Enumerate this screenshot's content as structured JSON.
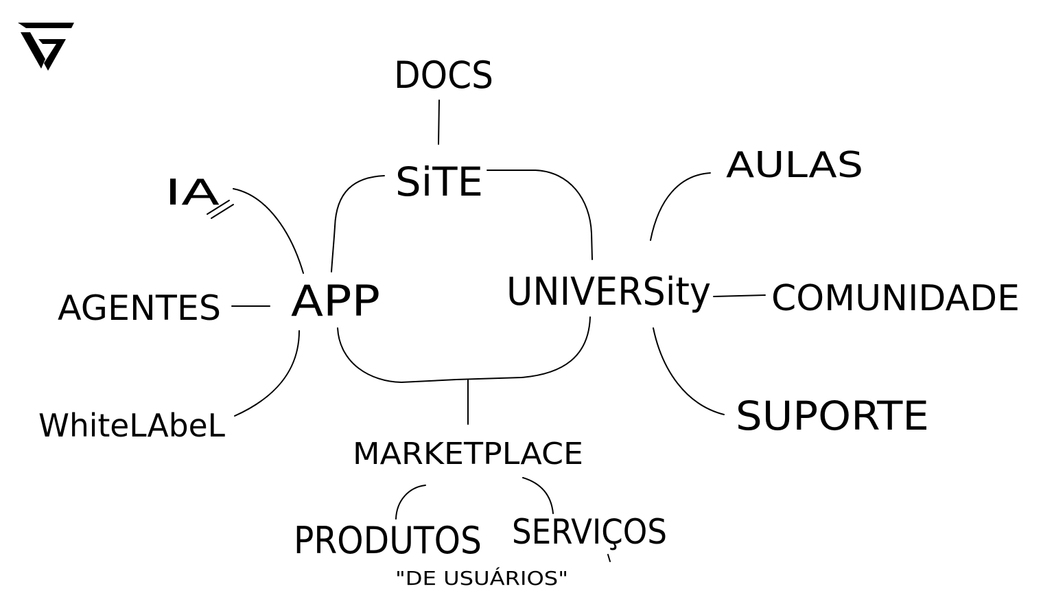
{
  "colors": {
    "background": "#ffffff",
    "ink": "#000000"
  },
  "logo": {
    "icon": "v7-logo-icon"
  },
  "nodes": {
    "docs": "DOCS",
    "site": "SiTE",
    "ia": "IA",
    "app": "APP",
    "agentes": "AGENTES",
    "whitelabel": "WhiteLAbeL",
    "university": "UNIVERSity",
    "aulas": "AULAS",
    "comunidade": "COMUNIDADE",
    "suporte": "SUPORTE",
    "marketplace": "MARKETPLACE",
    "produtos": "PRODUTOS",
    "servicos": "SERVIÇOS",
    "de_usuarios": "\"DE USUÁRIOS\""
  }
}
